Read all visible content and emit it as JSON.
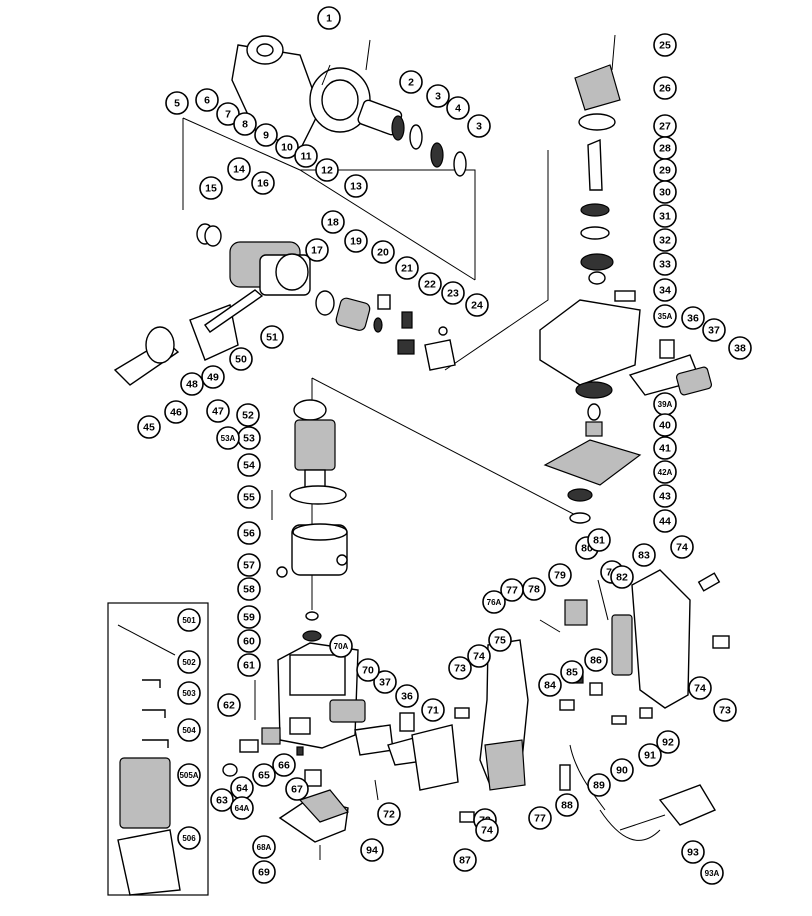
{
  "diagram": {
    "type": "exploded-parts-diagram",
    "colors": {
      "ink": "#000000",
      "paper": "#ffffff",
      "shade": "#bdbdbd",
      "dark": "#333333"
    },
    "callouts": [
      "1",
      "2",
      "3",
      "3",
      "4",
      "5",
      "6",
      "7",
      "8",
      "9",
      "10",
      "11",
      "12",
      "13",
      "14",
      "15",
      "16",
      "17",
      "18",
      "19",
      "20",
      "21",
      "22",
      "23",
      "24",
      "25",
      "26",
      "27",
      "28",
      "29",
      "30",
      "31",
      "32",
      "33",
      "34",
      "35A",
      "36",
      "36",
      "37",
      "37",
      "38",
      "39A",
      "40",
      "41",
      "42A",
      "43",
      "44",
      "45",
      "46",
      "47",
      "48",
      "49",
      "50",
      "51",
      "52",
      "53",
      "53A",
      "54",
      "55",
      "56",
      "57",
      "58",
      "59",
      "60",
      "61",
      "62",
      "63",
      "64",
      "64A",
      "65",
      "66",
      "67",
      "68A",
      "69",
      "70",
      "70A",
      "71",
      "72",
      "73",
      "73",
      "73",
      "73",
      "74",
      "74",
      "74",
      "74",
      "75",
      "76A",
      "77",
      "77",
      "78",
      "79",
      "80",
      "81",
      "82",
      "83",
      "84",
      "85",
      "86",
      "87",
      "88",
      "89",
      "90",
      "91",
      "92",
      "93",
      "93A",
      "94",
      "501",
      "502",
      "503",
      "504",
      "505A",
      "506"
    ]
  }
}
